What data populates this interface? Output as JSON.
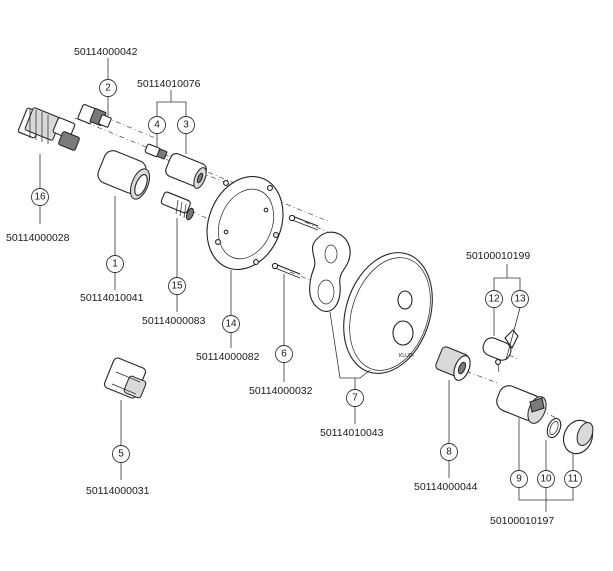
{
  "colors": {
    "line": "#222222",
    "shade": "#d9d9d9",
    "dark": "#7a7a7a",
    "background": "#ffffff"
  },
  "callouts": [
    {
      "id": "c1",
      "number": "1"
    },
    {
      "id": "c2",
      "number": "2"
    },
    {
      "id": "c3",
      "number": "3"
    },
    {
      "id": "c4",
      "number": "4"
    },
    {
      "id": "c5",
      "number": "5"
    },
    {
      "id": "c6",
      "number": "6"
    },
    {
      "id": "c7",
      "number": "7"
    },
    {
      "id": "c8",
      "number": "8"
    },
    {
      "id": "c9",
      "number": "9"
    },
    {
      "id": "c10",
      "number": "10"
    },
    {
      "id": "c11",
      "number": "11"
    },
    {
      "id": "c12",
      "number": "12"
    },
    {
      "id": "c13",
      "number": "13"
    },
    {
      "id": "c14",
      "number": "14"
    },
    {
      "id": "c15",
      "number": "15"
    },
    {
      "id": "c16",
      "number": "16"
    }
  ],
  "part_codes": {
    "p1": "50114010041",
    "p2": "50114000042",
    "p3_4": "50114010076",
    "p5": "50114000031",
    "p6": "50114000032",
    "p7": "50114010043",
    "p8": "50114000044",
    "p9_11": "50100010197",
    "p12_13": "50100010199",
    "p14": "50114000082",
    "p15": "50114000083",
    "p16": "50114000028"
  },
  "cover_plate_mark": "KLUDI"
}
